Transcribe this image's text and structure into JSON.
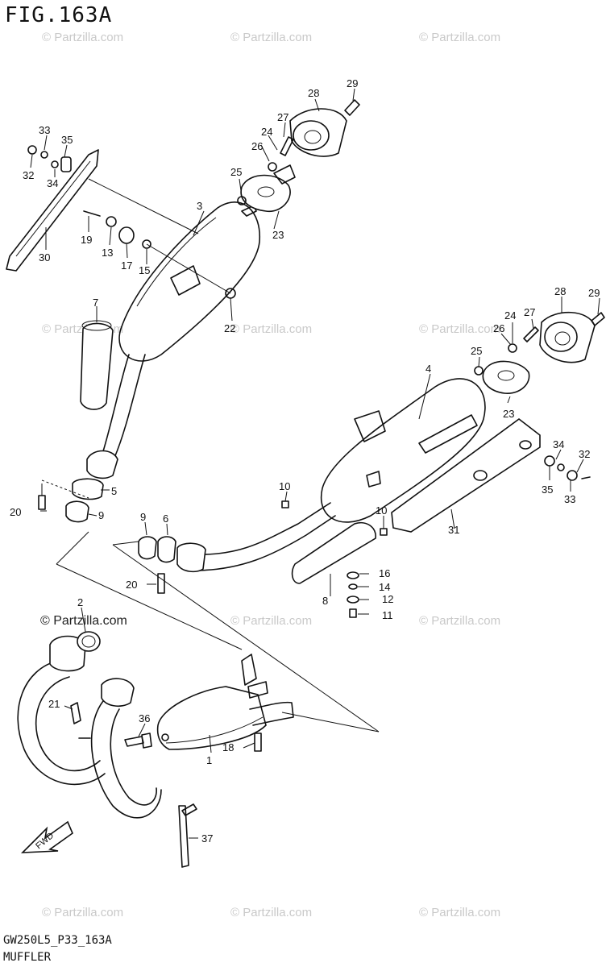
{
  "figure": {
    "title": "FIG.163A",
    "model_code": "GW250L5_P33_163A",
    "section": "MUFFLER",
    "watermark_main": "© Partzilla.com",
    "watermark": "© Partzilla.com",
    "fwd_label": "FWD"
  },
  "callouts": {
    "c1": "1",
    "c2": "2",
    "c3": "3",
    "c4": "4",
    "c5": "5",
    "c6": "6",
    "c7": "7",
    "c8": "8",
    "c9a": "9",
    "c9b": "9",
    "c10a": "10",
    "c10b": "10",
    "c11": "11",
    "c12": "12",
    "c13": "13",
    "c14": "14",
    "c15": "15",
    "c16": "16",
    "c17": "17",
    "c18": "18",
    "c19": "19",
    "c20a": "20",
    "c20b": "20",
    "c21": "21",
    "c22": "22",
    "c23a": "23",
    "c23b": "23",
    "c24a": "24",
    "c24b": "24",
    "c25a": "25",
    "c25b": "25",
    "c26a": "26",
    "c26b": "26",
    "c27a": "27",
    "c27b": "27",
    "c28a": "28",
    "c28b": "28",
    "c29a": "29",
    "c29b": "29",
    "c30": "30",
    "c31": "31",
    "c32a": "32",
    "c32b": "32",
    "c33a": "33",
    "c33b": "33",
    "c34a": "34",
    "c34b": "34",
    "c35a": "35",
    "c35b": "35",
    "c36": "36",
    "c37": "37"
  }
}
